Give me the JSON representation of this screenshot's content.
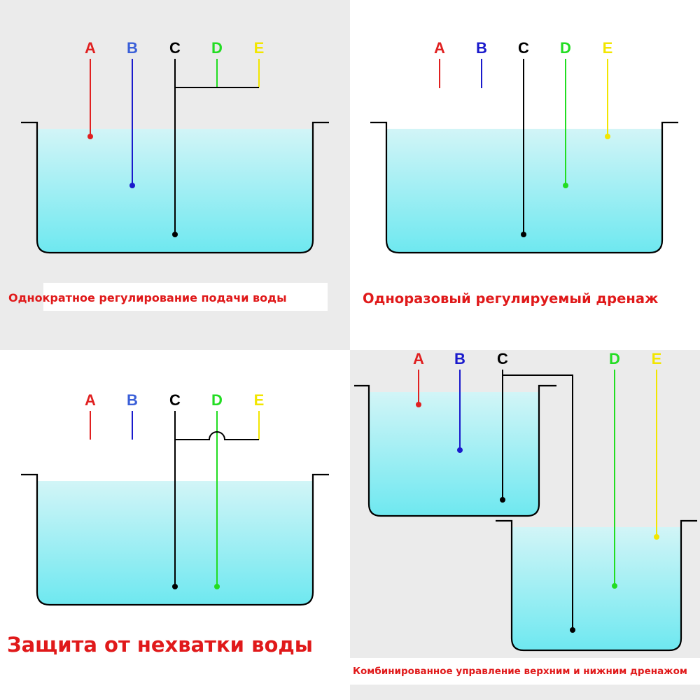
{
  "colors": {
    "A": "#e02020",
    "B": "#1a1acc",
    "B_label": "#3a5fd8",
    "C": "#000000",
    "D": "#22dd22",
    "E": "#f2e600",
    "caption": "#e0191a",
    "panel_grey": "#ebebeb",
    "water_top": "#cdf4f6",
    "water_bottom": "#6ee8f0"
  },
  "panels": [
    {
      "id": "single-supply",
      "caption": "Однократное регулирование подачи воды",
      "labels": {
        "A": "A",
        "B": "B",
        "C": "C",
        "D": "D",
        "E": "E"
      }
    },
    {
      "id": "single-drain",
      "caption": "Одноразовый регулируемый дренаж",
      "labels": {
        "A": "A",
        "B": "B",
        "C": "C",
        "D": "D",
        "E": "E"
      }
    },
    {
      "id": "dry-run-protection",
      "caption": "Защита от нехватки воды",
      "labels": {
        "A": "A",
        "B": "B",
        "C": "C",
        "D": "D",
        "E": "E"
      }
    },
    {
      "id": "combined-drain",
      "caption": "Комбинированное управление верхним и нижним дренажом",
      "labels": {
        "A": "A",
        "B": "B",
        "C": "C",
        "D": "D",
        "E": "E"
      }
    }
  ]
}
